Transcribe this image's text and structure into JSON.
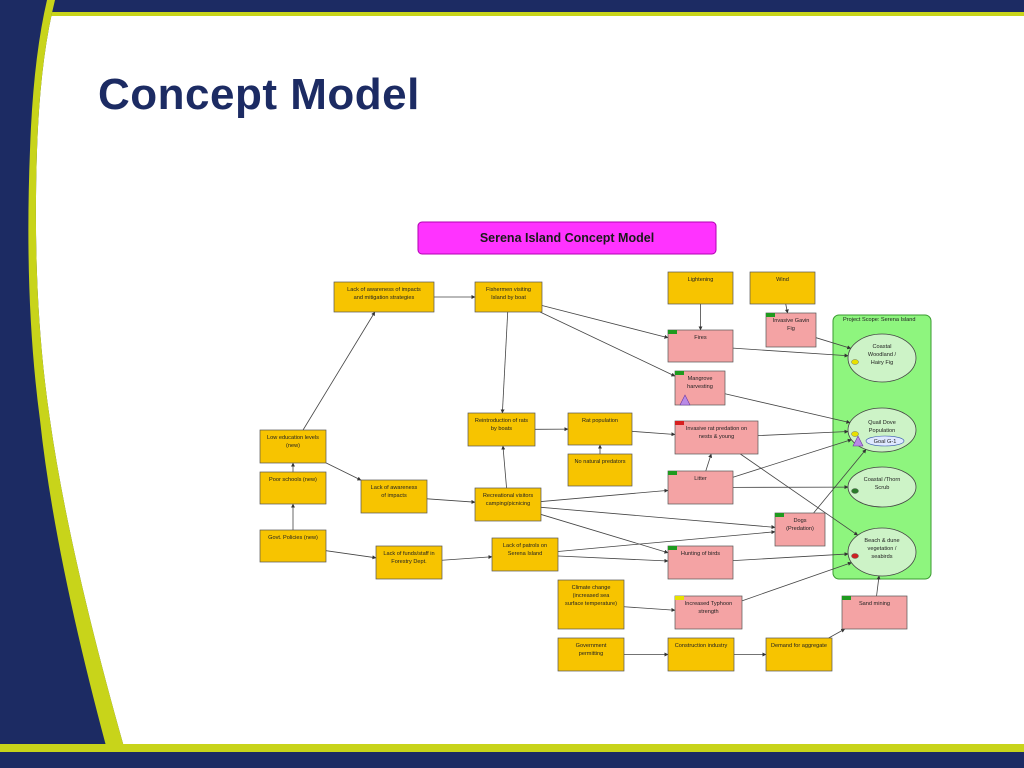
{
  "slide": {
    "title": "Concept Model"
  },
  "diagram": {
    "header": "Serena Island Concept Model",
    "scope_label": "Project Scope: Serena Island",
    "goal_label": "Goal G-1",
    "colors": {
      "factor": "#f7c400",
      "threat": "#f4a3a4",
      "target": "#cdf3c7",
      "scope": "#8ef57e",
      "header": "#ff33ff",
      "navy": "#1c2b63",
      "accent": "#c8d41a"
    },
    "nodes": {
      "lack_awareness_impacts_mitigation": [
        "Lack of awareness of impacts",
        "and mitigation strategies"
      ],
      "fishermen": [
        "Fishermen visiting",
        "Island by boat"
      ],
      "lightening": [
        "Lightening"
      ],
      "wind": [
        "Wind"
      ],
      "invasive_gavin_fig": [
        "Invasive Gavin",
        "Fig"
      ],
      "fires": [
        "Fires"
      ],
      "mangrove": [
        "Mangrove",
        "harvesting"
      ],
      "reintroduction_rats": [
        "Reintroduction of rats",
        "by boats"
      ],
      "rat_population": [
        "Rat population"
      ],
      "no_natural_predators": [
        "No natural predators"
      ],
      "invasive_rat_predation": [
        "Invasive rat predation on",
        "nests & young"
      ],
      "low_education": [
        "Low education levels",
        "(new)"
      ],
      "poor_schools": [
        "Poor schools (new)"
      ],
      "lack_awareness_impacts": [
        "Lack of awareness",
        "of impacts"
      ],
      "recreational_visitors": [
        "Recreational visitors",
        "camping/picnicing"
      ],
      "litter": [
        "Litter"
      ],
      "dogs": [
        "Dogs",
        "(Predation)"
      ],
      "govt_policies": [
        "Govt. Policies (new)"
      ],
      "lack_funds": [
        "Lack of funds/staff in",
        "Forestry Dept."
      ],
      "lack_patrols": [
        "Lack of patrols on",
        "Serena Island"
      ],
      "hunting_birds": [
        "Hunting of birds"
      ],
      "climate_change": [
        "Climate change",
        "(increased sea",
        "surface temperature)"
      ],
      "typhoon": [
        "Increased Typhoon",
        "strength"
      ],
      "sand_mining": [
        "Sand mining"
      ],
      "govt_permitting": [
        "Government",
        "permitting"
      ],
      "construction": [
        "Construction industry"
      ],
      "demand_aggregate": [
        "Demand for aggregate"
      ],
      "coastal_woodland": [
        "Coastal",
        "Woodland /",
        "Hairy Fig"
      ],
      "quail_dove": [
        "Quail Dove",
        "Population"
      ],
      "coastal_thorn": [
        "Coastal /Thorn",
        "Scrub"
      ],
      "beach_dune": [
        "Beach & dune",
        "vegetation /",
        "seabirds"
      ]
    }
  }
}
